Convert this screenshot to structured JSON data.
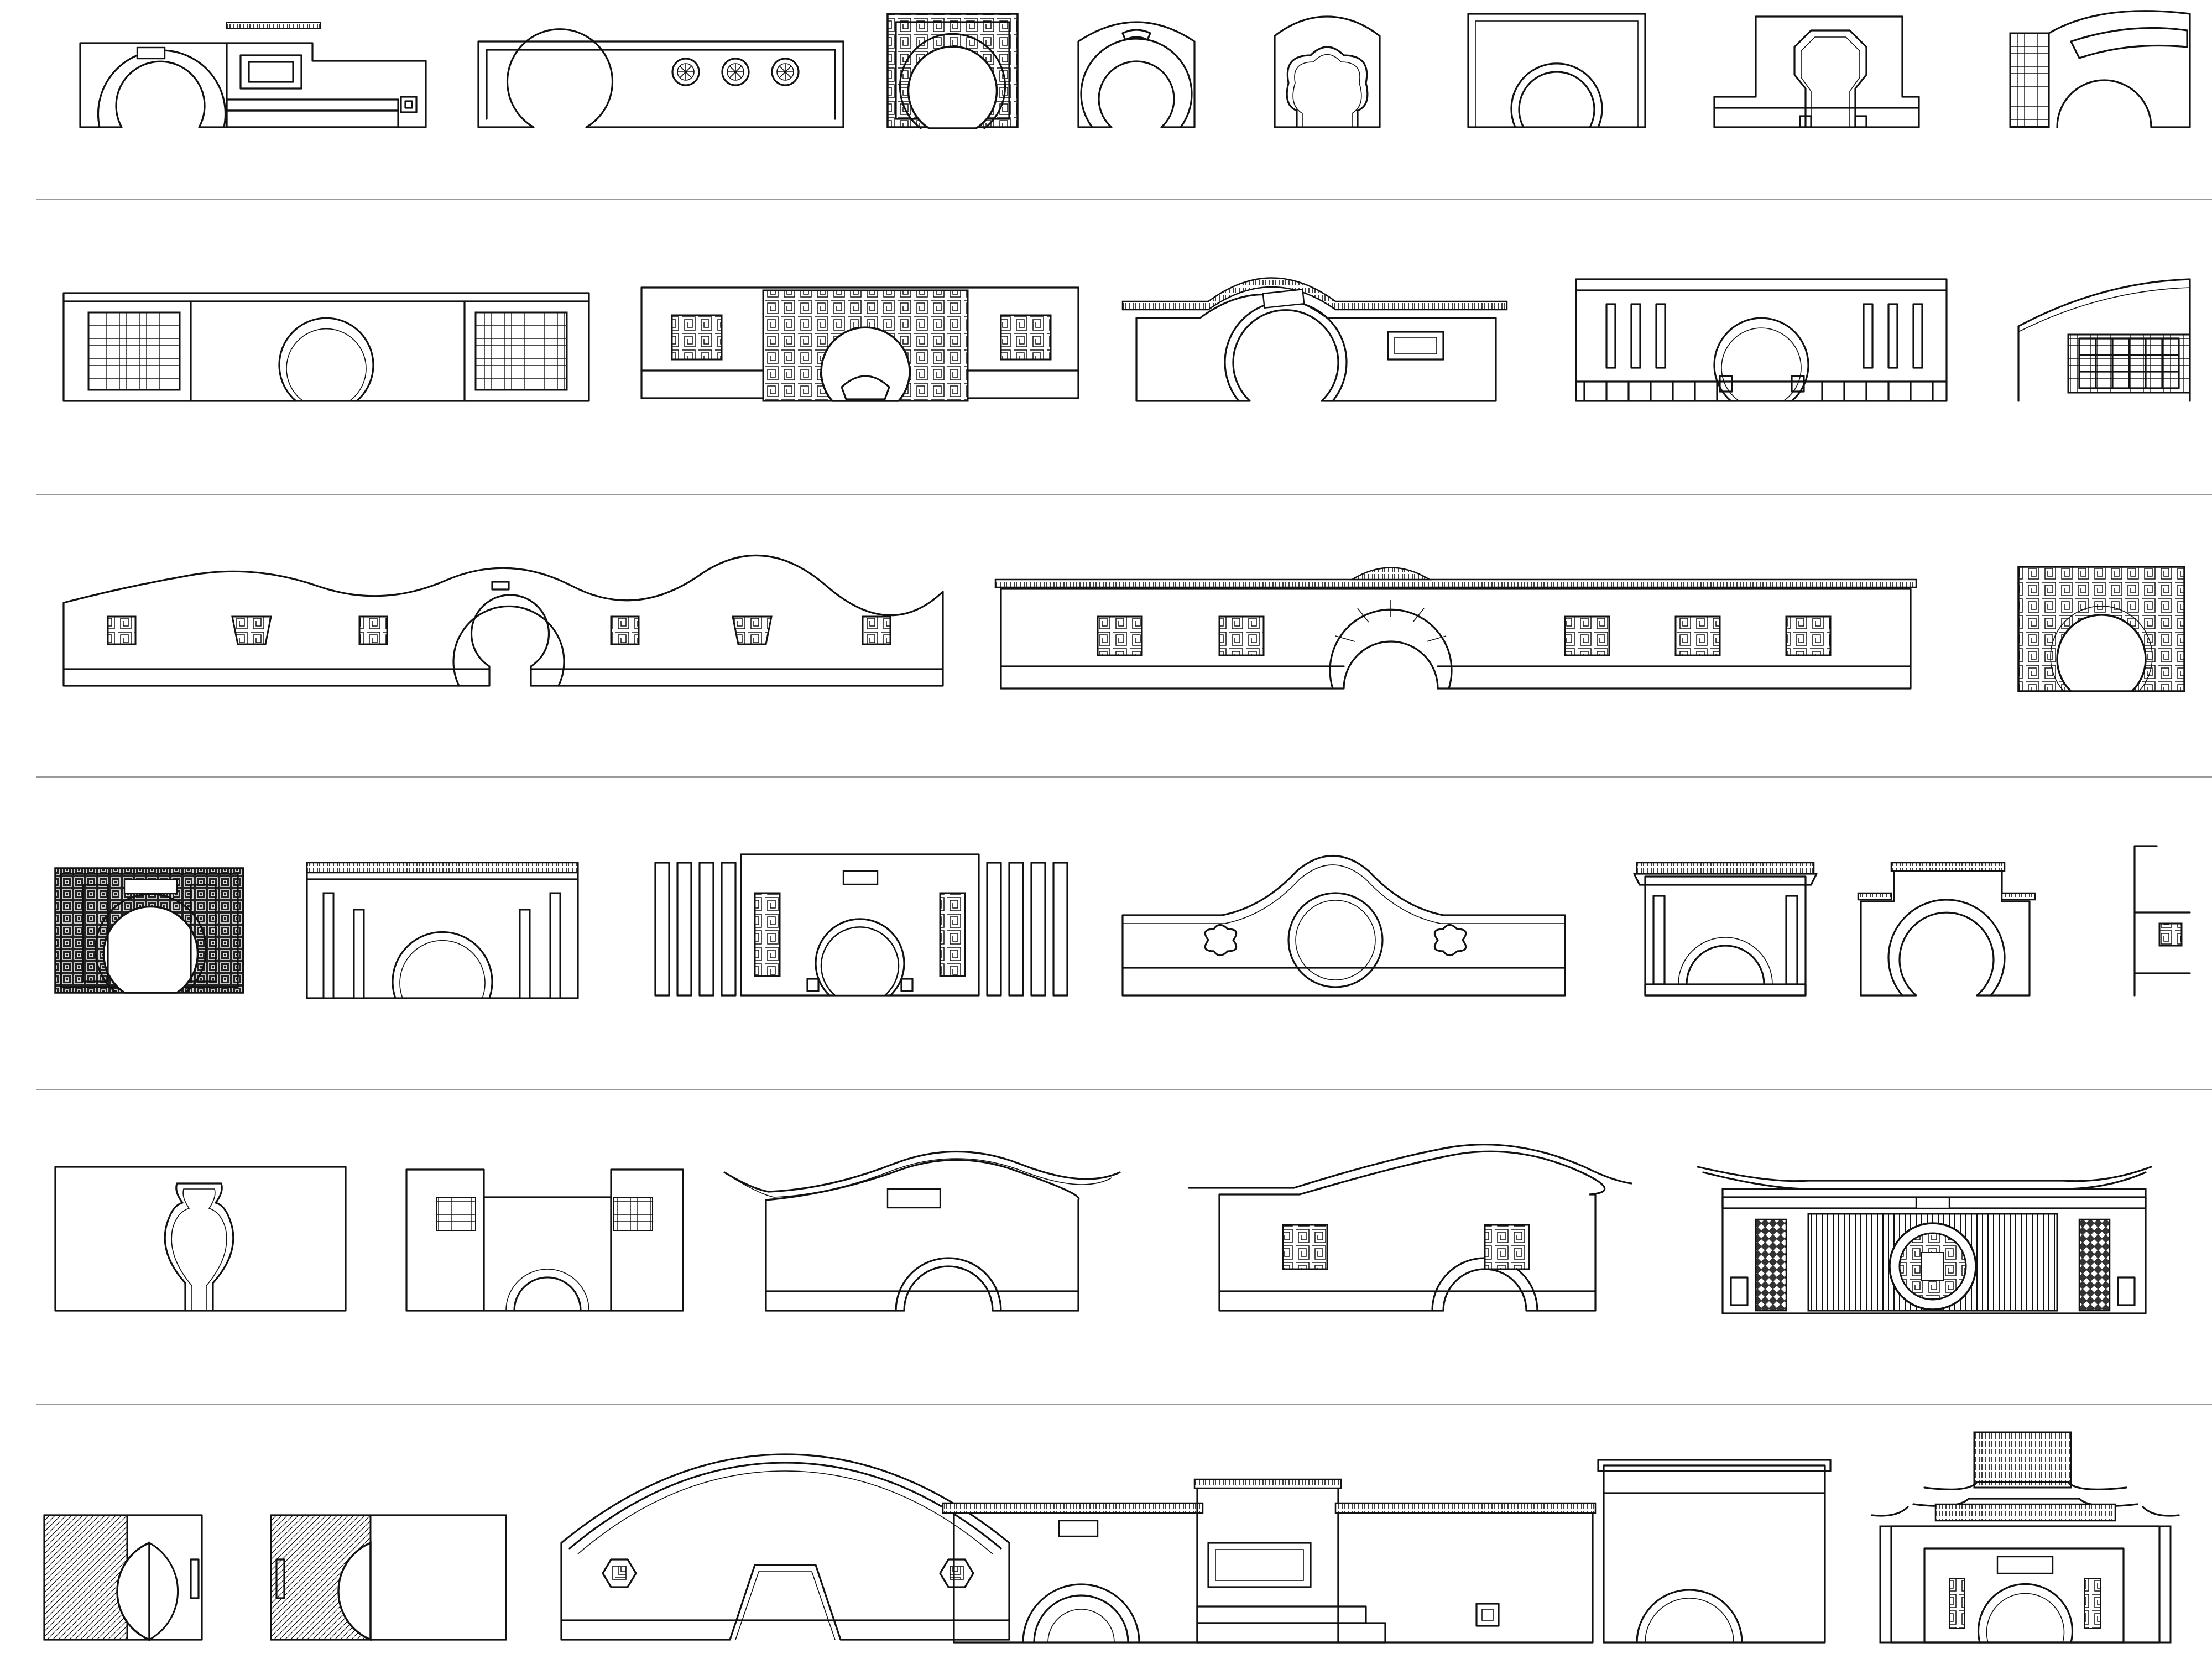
{
  "sheet": {
    "background": "#ffffff",
    "line_color": "#111111",
    "separator_color": "#9a9a9a"
  },
  "rows": [
    {
      "row": 1,
      "elements": [
        {
          "name": "gate-1-1",
          "type": "moon-gate-with-side-wall"
        },
        {
          "name": "gate-1-2",
          "type": "moon-gate-with-round-windows"
        },
        {
          "name": "gate-1-3",
          "type": "lattice-frame-moon-gate"
        },
        {
          "name": "gate-1-4",
          "type": "arched-top-moon-gate"
        },
        {
          "name": "gate-1-5",
          "type": "quatrefoil-gate"
        },
        {
          "name": "gate-1-6",
          "type": "plain-moon-gate"
        },
        {
          "name": "gate-1-7",
          "type": "octagonal-gate"
        },
        {
          "name": "gate-1-8",
          "type": "gate-with-fan-lintel"
        }
      ]
    },
    {
      "row": 2,
      "elements": [
        {
          "name": "gate-2-1",
          "type": "moon-gate-with-grille-panels"
        },
        {
          "name": "gate-2-2",
          "type": "fret-pattern-moon-gate"
        },
        {
          "name": "gate-2-3",
          "type": "tiled-roof-moon-gate"
        },
        {
          "name": "gate-2-4",
          "type": "moon-gate-with-slot-windows"
        },
        {
          "name": "gate-2-5",
          "type": "wall-with-grid-window"
        }
      ]
    },
    {
      "row": 3,
      "elements": [
        {
          "name": "gate-3-1",
          "type": "wave-top-wall-moon-gate"
        },
        {
          "name": "gate-3-2",
          "type": "long-tiled-wall-moon-gate"
        },
        {
          "name": "gate-3-3",
          "type": "patterned-moon-gate"
        }
      ]
    },
    {
      "row": 4,
      "elements": [
        {
          "name": "gate-4-1",
          "type": "black-lattice-moon-gate"
        },
        {
          "name": "gate-4-2",
          "type": "pillared-moon-gate"
        },
        {
          "name": "gate-4-3",
          "type": "screen-panel-moon-gate"
        },
        {
          "name": "gate-4-4",
          "type": "arched-wall-round-window"
        },
        {
          "name": "gate-4-5",
          "type": "pavilion-moon-gate"
        },
        {
          "name": "gate-4-6",
          "type": "stepped-roof-moon-gate"
        },
        {
          "name": "gate-4-7",
          "type": "partial-wall"
        }
      ]
    },
    {
      "row": 5,
      "elements": [
        {
          "name": "gate-5-1",
          "type": "vase-shaped-gate"
        },
        {
          "name": "gate-5-2",
          "type": "moon-gate-with-towers"
        },
        {
          "name": "gate-5-3",
          "type": "wave-roof-moon-gate"
        },
        {
          "name": "gate-5-4",
          "type": "curved-top-moon-gate"
        },
        {
          "name": "gate-5-5",
          "type": "ornate-entrance-round-window"
        }
      ]
    },
    {
      "row": 6,
      "elements": [
        {
          "name": "gate-6-1",
          "type": "half-moon-gate-left"
        },
        {
          "name": "gate-6-2",
          "type": "half-moon-gate-right"
        },
        {
          "name": "gate-6-3",
          "type": "hexagonal-gate"
        },
        {
          "name": "gate-6-4",
          "type": "tiled-roof-moon-gate-with-wall"
        },
        {
          "name": "gate-6-5",
          "type": "corniced-moon-gate"
        },
        {
          "name": "gate-6-6",
          "type": "pagoda-roof-moon-gate"
        }
      ]
    }
  ]
}
